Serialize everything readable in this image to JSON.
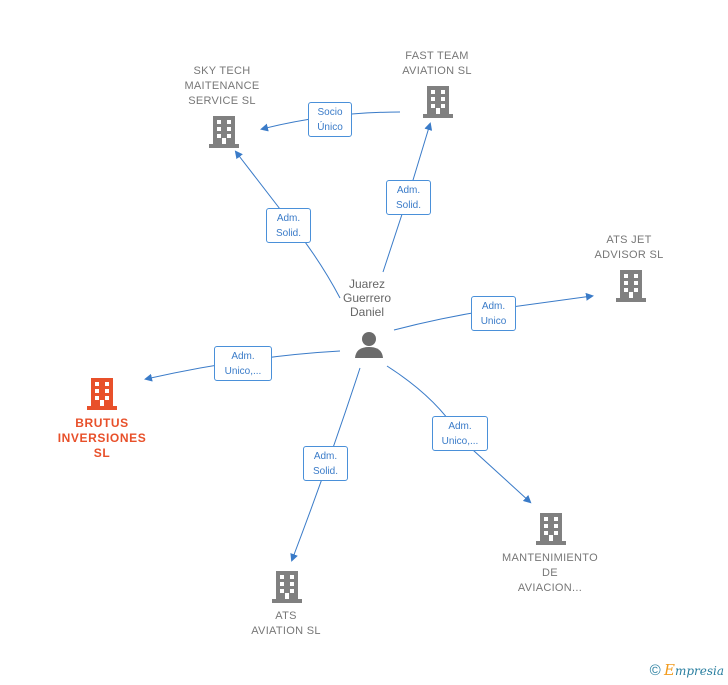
{
  "person": {
    "lines": [
      "Juarez",
      "Guerrero",
      "Daniel"
    ]
  },
  "companies": [
    {
      "id": "skytech",
      "lines": [
        "SKY TECH",
        "MAITENANCE",
        "SERVICE  SL"
      ],
      "color": "#808080"
    },
    {
      "id": "fastteam",
      "lines": [
        "FAST TEAM",
        "AVIATION  SL"
      ],
      "color": "#808080"
    },
    {
      "id": "atsjet",
      "lines": [
        "ATS JET",
        "ADVISOR  SL"
      ],
      "color": "#808080"
    },
    {
      "id": "brutus",
      "lines": [
        "BRUTUS",
        "INVERSIONES",
        "SL"
      ],
      "color": "#e8502a"
    },
    {
      "id": "ats",
      "lines": [
        "ATS",
        "AVIATION  SL"
      ],
      "color": "#808080"
    },
    {
      "id": "mantenimiento",
      "lines": [
        "MANTENIMIENTO",
        "DE",
        "AVIACION..."
      ],
      "color": "#808080"
    }
  ],
  "relations": [
    {
      "id": "socio",
      "lines": [
        "Socio",
        "Único"
      ]
    },
    {
      "id": "skytech-adm",
      "lines": [
        "Adm.",
        "Solid."
      ]
    },
    {
      "id": "fastteam-adm",
      "lines": [
        "Adm.",
        "Solid."
      ]
    },
    {
      "id": "atsjet-adm",
      "lines": [
        "Adm.",
        "Unico"
      ]
    },
    {
      "id": "brutus-adm",
      "lines": [
        "Adm.",
        "Unico,..."
      ]
    },
    {
      "id": "ats-adm",
      "lines": [
        "Adm.",
        "Solid."
      ]
    },
    {
      "id": "mant-adm",
      "lines": [
        "Adm.",
        "Unico,..."
      ]
    }
  ],
  "footer": {
    "copyright": "©",
    "brand_first": "E",
    "brand_rest": "mpresia"
  },
  "colors": {
    "edge": "#3a7bc8",
    "person_icon": "#6b6b6b",
    "building": "#808080",
    "highlight": "#e8502a"
  }
}
